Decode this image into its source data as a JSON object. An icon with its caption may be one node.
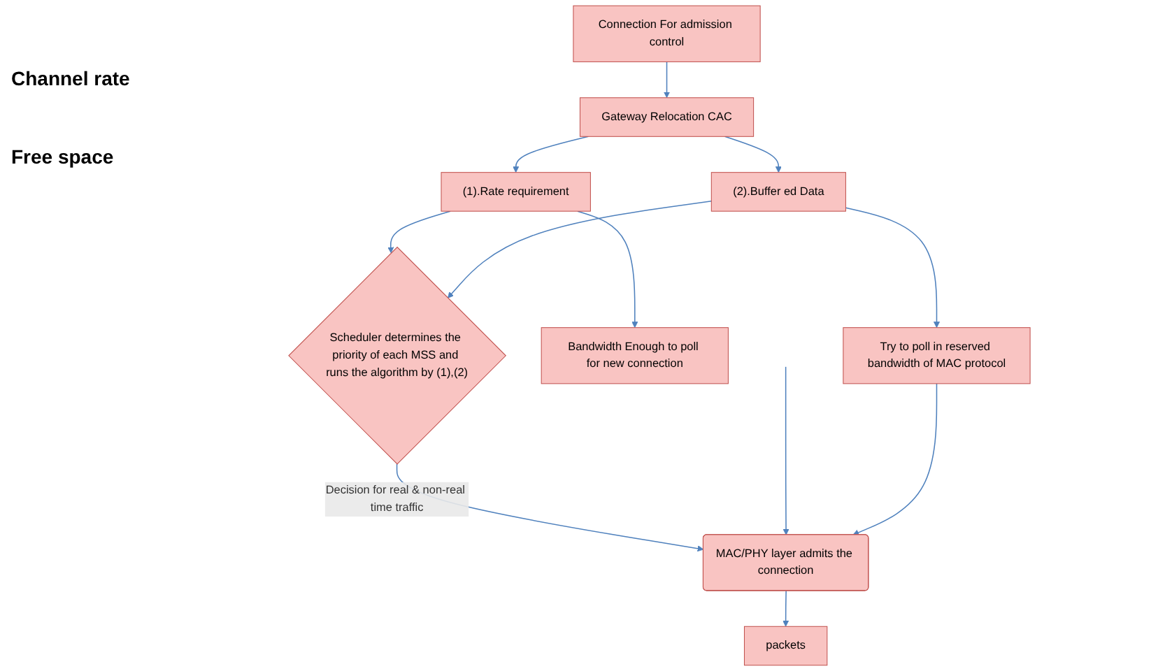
{
  "diagram": {
    "nodes": [
      {
        "text": [
          "Connection For admission control"
        ]
      },
      {
        "text": [
          "Gateway Relocation CAC"
        ]
      },
      {
        "text": [
          "(1).Rate requirement"
        ]
      },
      {
        "text": [
          "(2).Buffer ed Data"
        ]
      },
      {
        "text": [
          "Scheduler determines the priority of each MSS and runs the algorithm by (1),(2)"
        ]
      },
      {
        "text": [
          "Bandwidth Enough to poll for new connection"
        ]
      },
      {
        "text": [
          "Try to poll in reserved bandwidth of MAC protocol"
        ]
      },
      {
        "text": [
          "MAC/PHY layer admits the connection"
        ]
      },
      {
        "text": [
          "packets"
        ]
      }
    ],
    "edges": [
      {
        "from": 0,
        "to": 1,
        "arrow": "to"
      },
      {
        "from": 1,
        "to": 2,
        "arrow": "to"
      },
      {
        "from": 1,
        "to": 3,
        "arrow": "to"
      },
      {
        "from": 2,
        "to": 4,
        "arrow": "to"
      },
      {
        "from": 2,
        "to": 5,
        "arrow": "to"
      },
      {
        "from": 3,
        "to": 4,
        "arrow": "to"
      },
      {
        "from": 3,
        "to": 6,
        "arrow": "to"
      },
      {
        "from": 4,
        "to": 7,
        "label": "Decision for real & non-real time traffic",
        "arrow": "to"
      },
      {
        "from": null,
        "to": 7,
        "arrow": "to"
      },
      {
        "from": 6,
        "to": 7,
        "arrow": "to"
      },
      {
        "from": 7,
        "to": 8,
        "arrow": "to"
      }
    ],
    "labels": [
      "Channel rate",
      "Free space"
    ]
  }
}
